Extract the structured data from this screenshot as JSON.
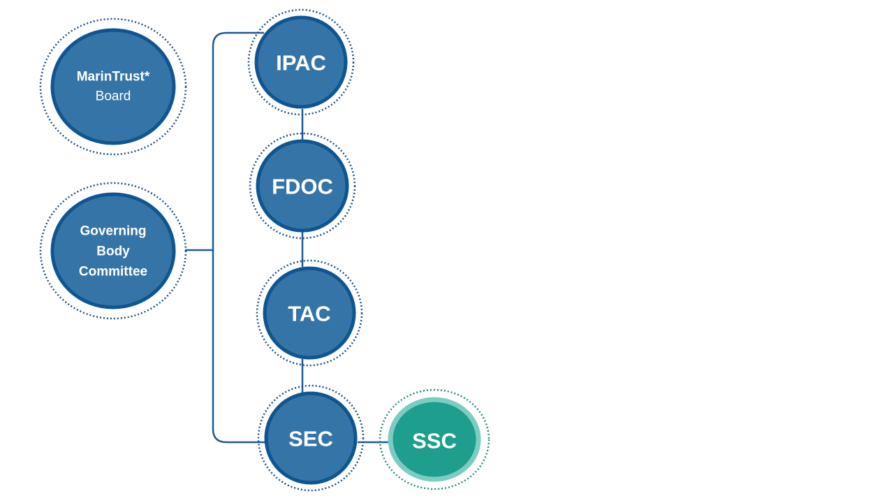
{
  "colors": {
    "node_fill": "#3574a6",
    "node_border": "#0e5592",
    "node_dots": "#1f4e87",
    "connector": "#1c5b94",
    "ssc_fill": "#1e9e8d",
    "ssc_border": "#7ccdc1",
    "ssc_dots": "#2a8a7c"
  },
  "nodes": {
    "board": {
      "line1": "MarinTrust*",
      "line2": "Board"
    },
    "gbc": {
      "line1": "Governing",
      "line2": "Body",
      "line3": "Committee"
    },
    "ipac": {
      "label": "IPAC"
    },
    "fdoc": {
      "label": "FDOC"
    },
    "tac": {
      "label": "TAC"
    },
    "sec": {
      "label": "SEC"
    },
    "ssc": {
      "label": "SSC"
    }
  }
}
